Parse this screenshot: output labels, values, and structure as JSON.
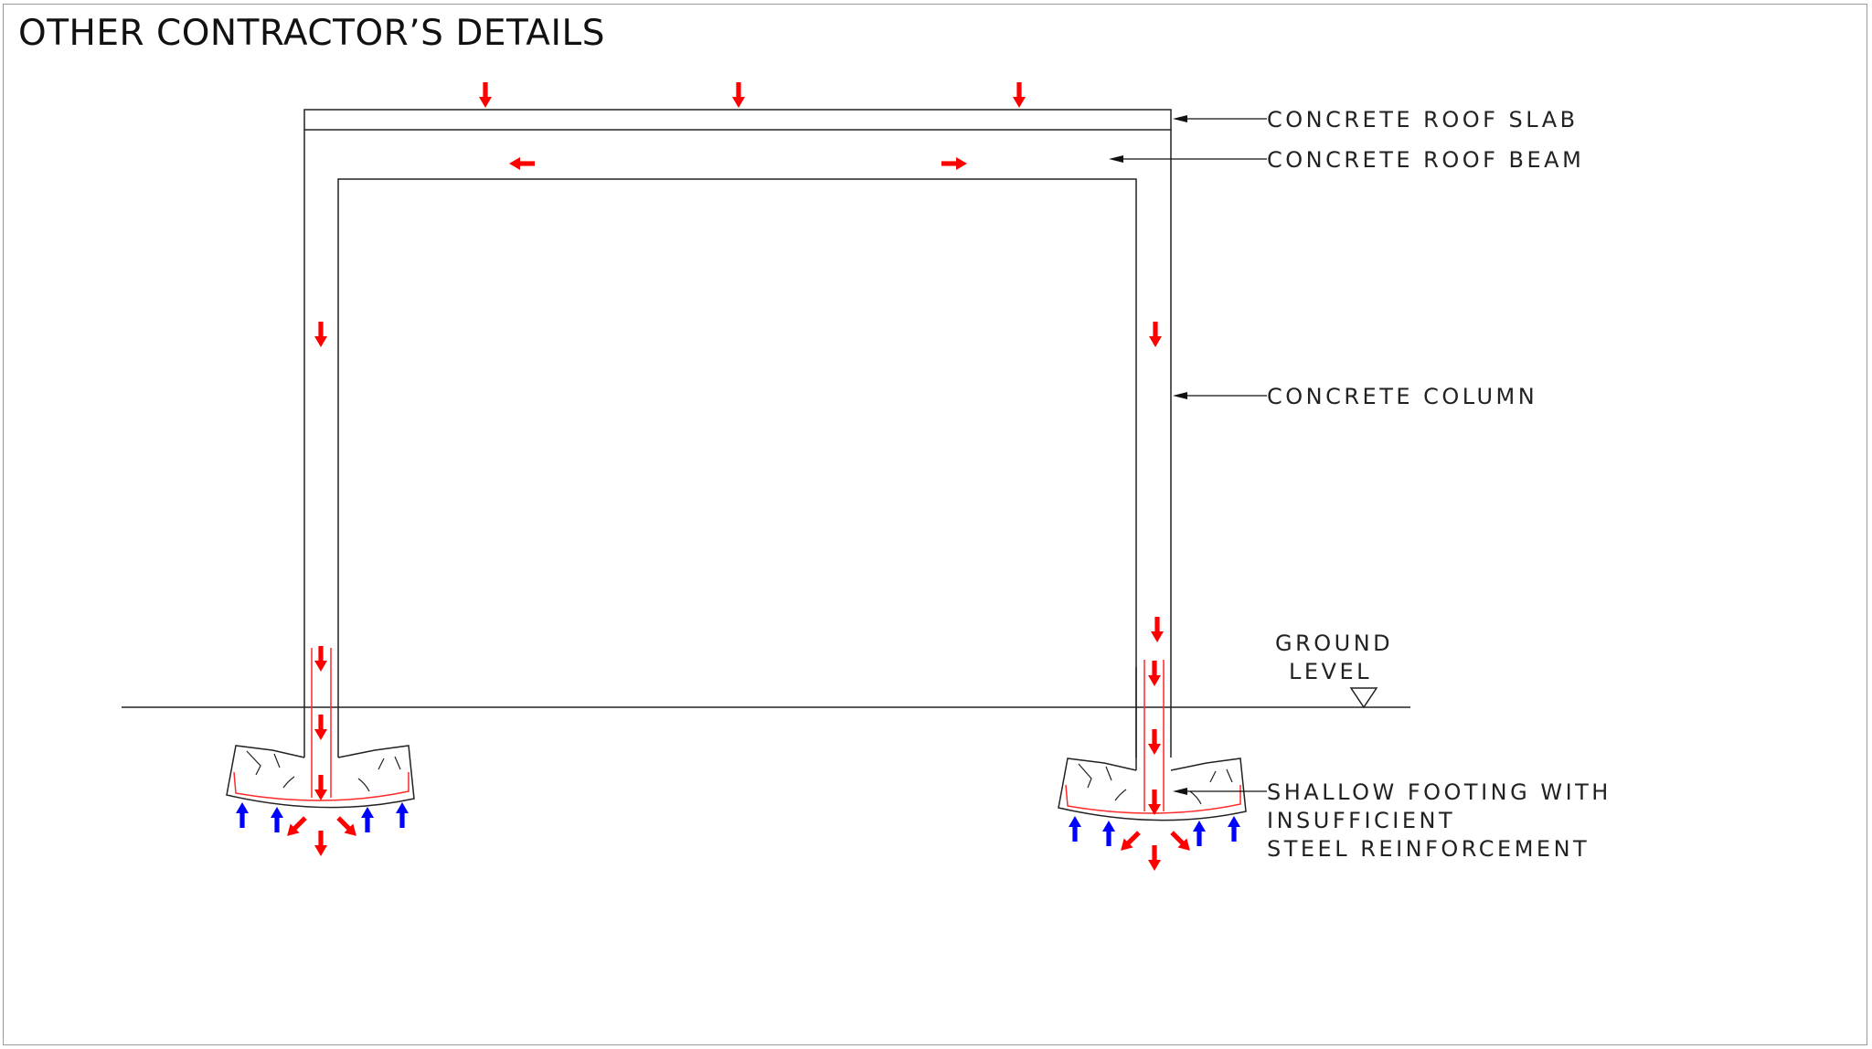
{
  "title": "OTHER CONTRACTOR’S DETAILS",
  "labels": {
    "roof_slab": "CONCRETE ROOF SLAB",
    "roof_beam": "CONCRETE ROOF BEAM",
    "column": "CONCRETE COLUMN",
    "ground_line1": "GROUND",
    "ground_line2": "LEVEL",
    "footing_line1": "SHALLOW FOOTING WITH",
    "footing_line2": "INSUFFICIENT",
    "footing_line3": "STEEL REINFORCEMENT"
  },
  "colors": {
    "load_arrow": "#ff0000",
    "reaction_arrow": "#0000ff",
    "rebar": "#ff2a2a",
    "outline": "#222222"
  },
  "icons": {
    "load_arrow": "red-arrow-icon",
    "reaction_arrow": "blue-arrow-icon",
    "ground_marker": "ground-level-triangle-icon"
  }
}
